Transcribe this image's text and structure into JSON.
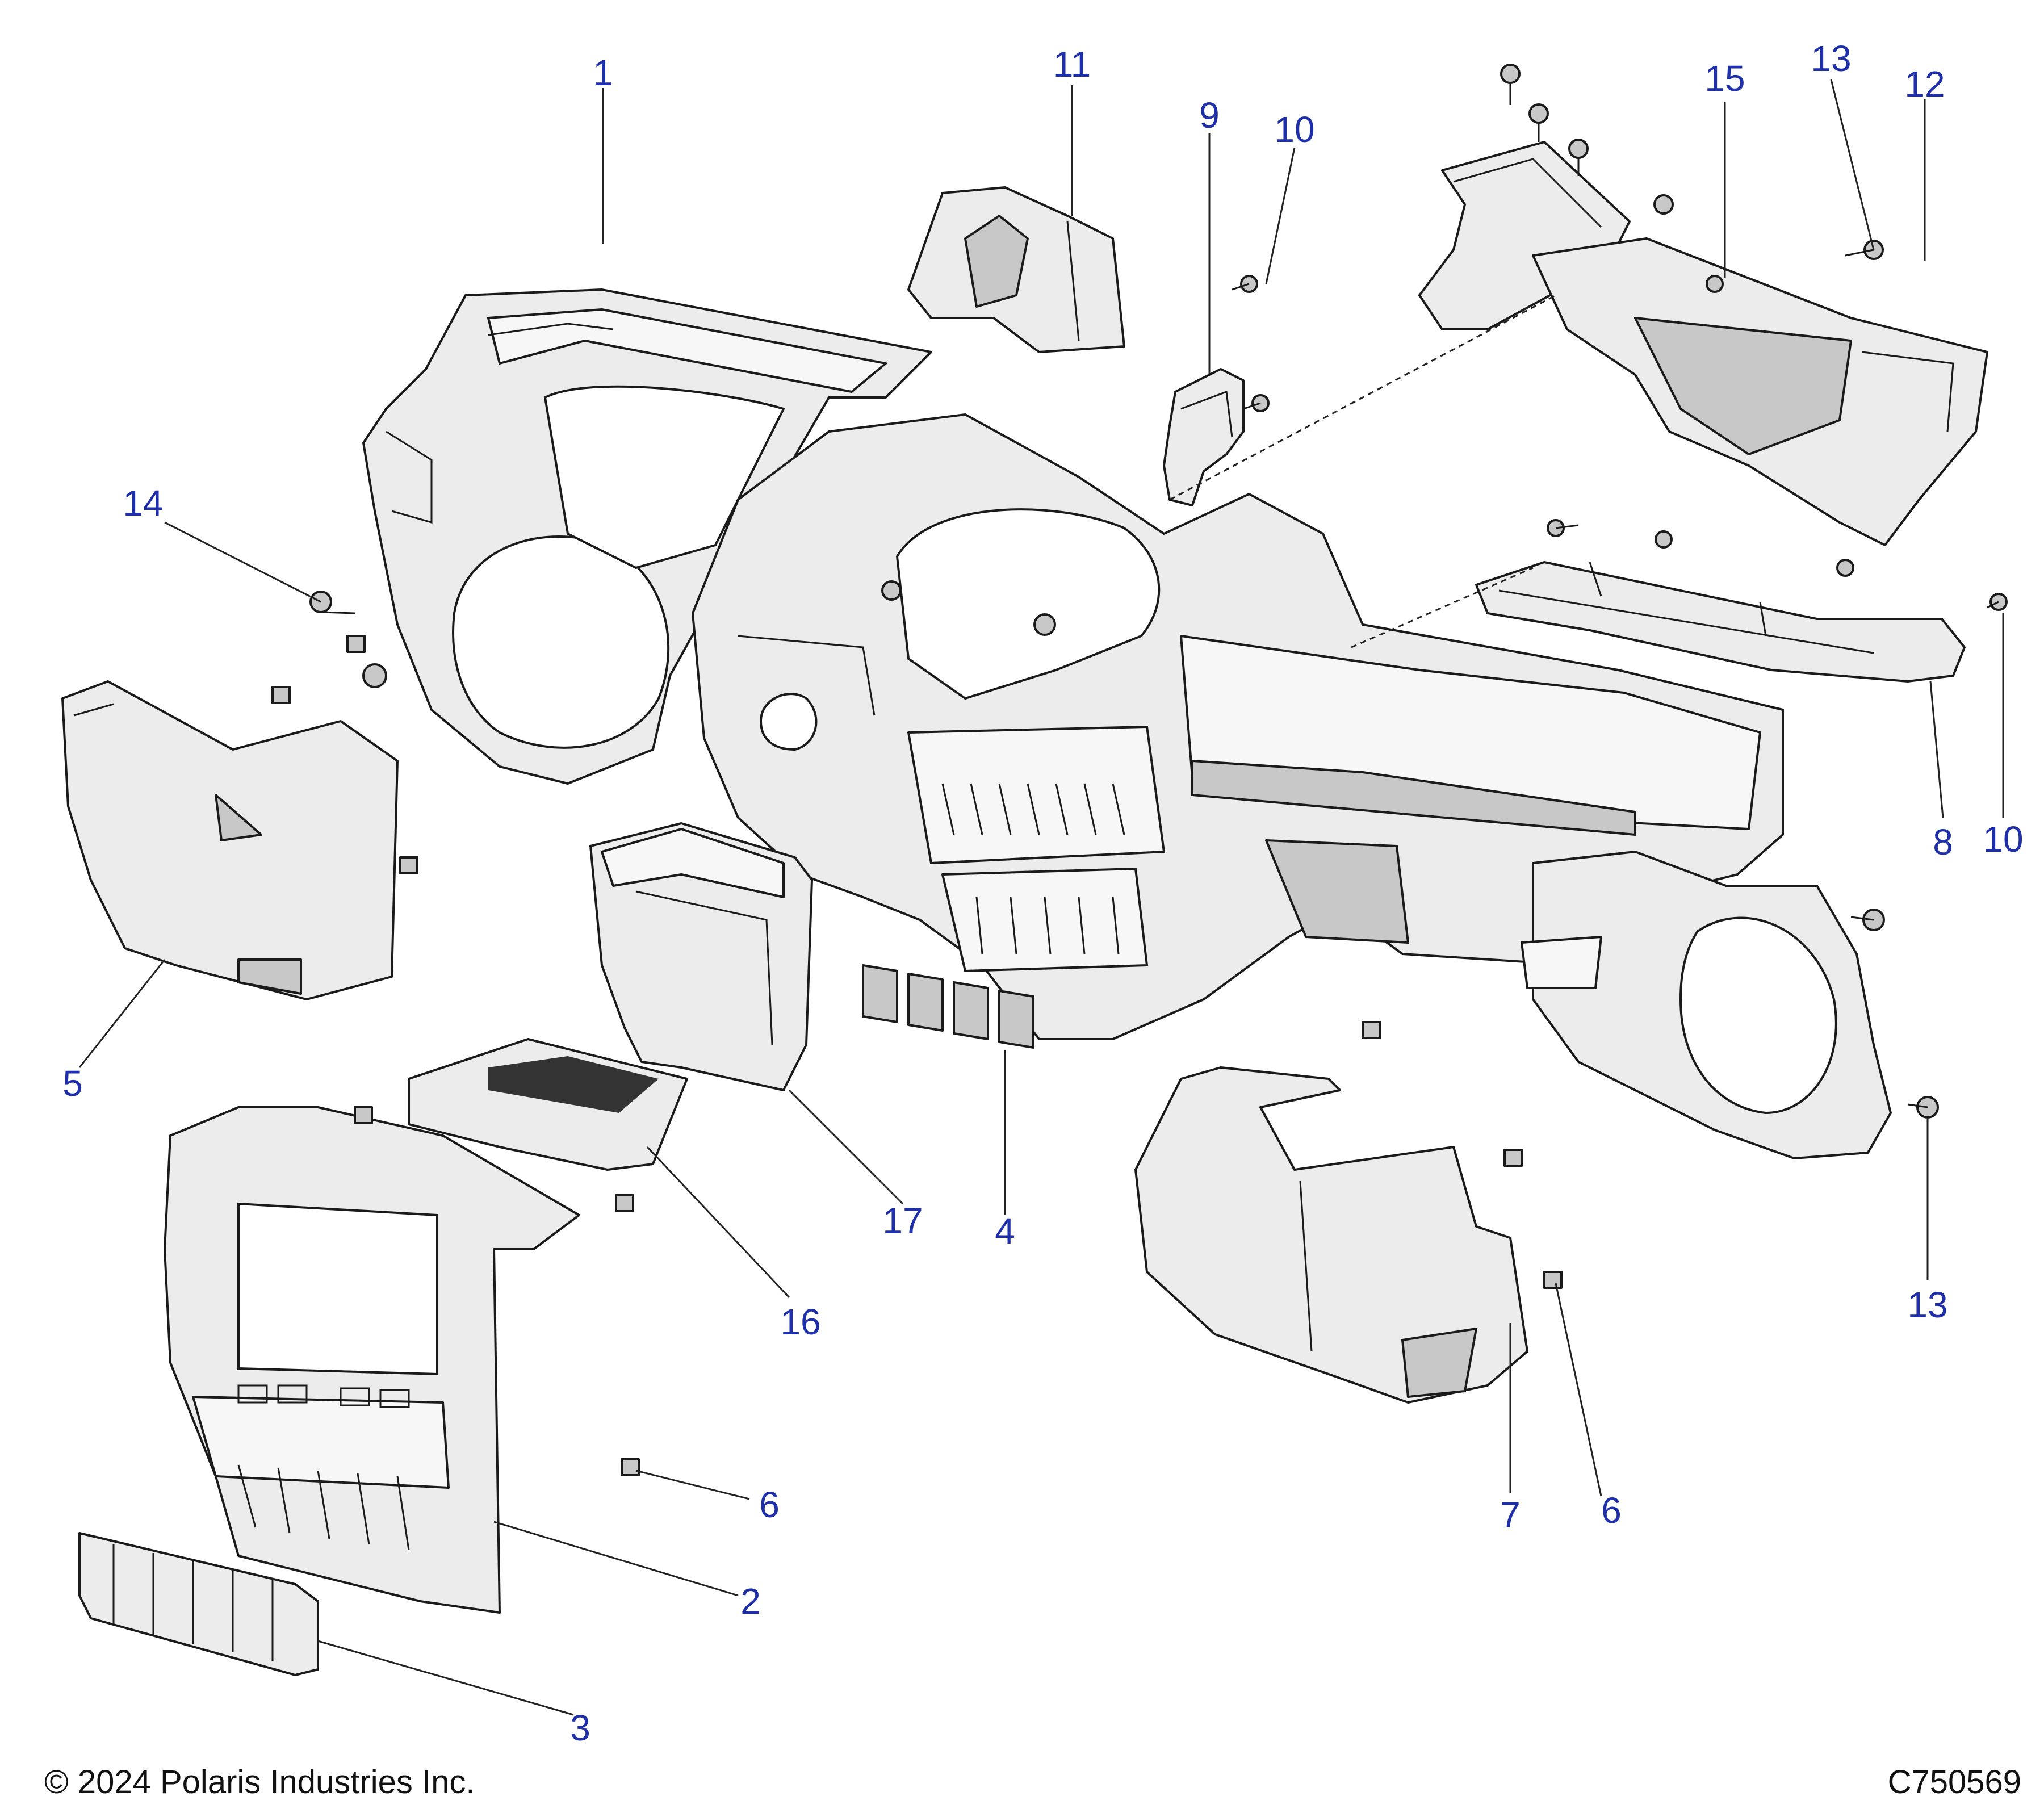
{
  "callouts": {
    "c1": "1",
    "c2": "2",
    "c3": "3",
    "c4": "4",
    "c5": "5",
    "c6a": "6",
    "c6b": "6",
    "c7": "7",
    "c8": "8",
    "c9": "9",
    "c10a": "10",
    "c10b": "10",
    "c11": "11",
    "c12": "12",
    "c13a": "13",
    "c13b": "13",
    "c14": "14",
    "c15": "15",
    "c16": "16",
    "c17": "17"
  },
  "footer": {
    "copyright": "© 2024 Polaris Industries Inc.",
    "diagram_id": "C750569"
  },
  "colors": {
    "callout": "#1f2fa8",
    "part_fill": "#ececec",
    "outline": "#1a1a1a"
  }
}
